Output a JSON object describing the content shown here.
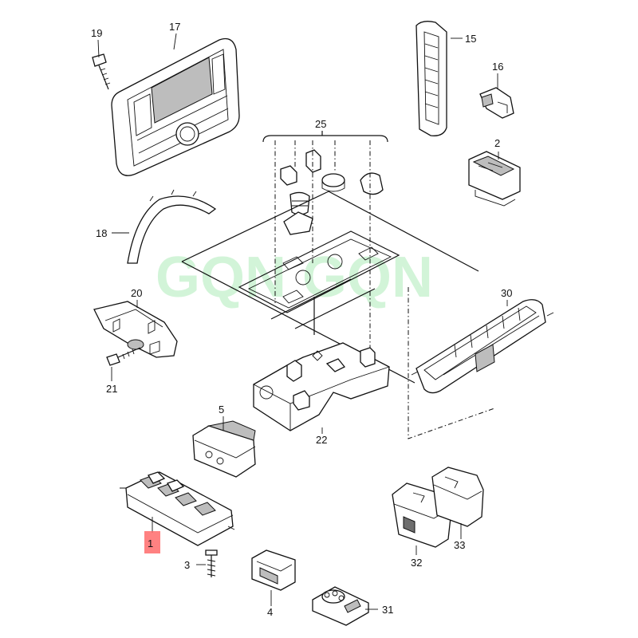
{
  "watermark": "GQN GQN",
  "colors": {
    "highlight": "#ff6b6b",
    "watermark": "#7ee08e",
    "ink": "#111111"
  },
  "highlighted_part": "1",
  "parts": [
    {
      "id": "p1",
      "label": "1"
    },
    {
      "id": "p2",
      "label": "2"
    },
    {
      "id": "p3",
      "label": "3"
    },
    {
      "id": "p4",
      "label": "4"
    },
    {
      "id": "p5",
      "label": "5"
    },
    {
      "id": "p15",
      "label": "15"
    },
    {
      "id": "p16",
      "label": "16"
    },
    {
      "id": "p17",
      "label": "17"
    },
    {
      "id": "p18",
      "label": "18"
    },
    {
      "id": "p19",
      "label": "19"
    },
    {
      "id": "p20",
      "label": "20"
    },
    {
      "id": "p21",
      "label": "21"
    },
    {
      "id": "p22",
      "label": "22"
    },
    {
      "id": "p25",
      "label": "25"
    },
    {
      "id": "p30",
      "label": "30"
    },
    {
      "id": "p31",
      "label": "31"
    },
    {
      "id": "p32",
      "label": "32"
    },
    {
      "id": "p33",
      "label": "33"
    }
  ]
}
